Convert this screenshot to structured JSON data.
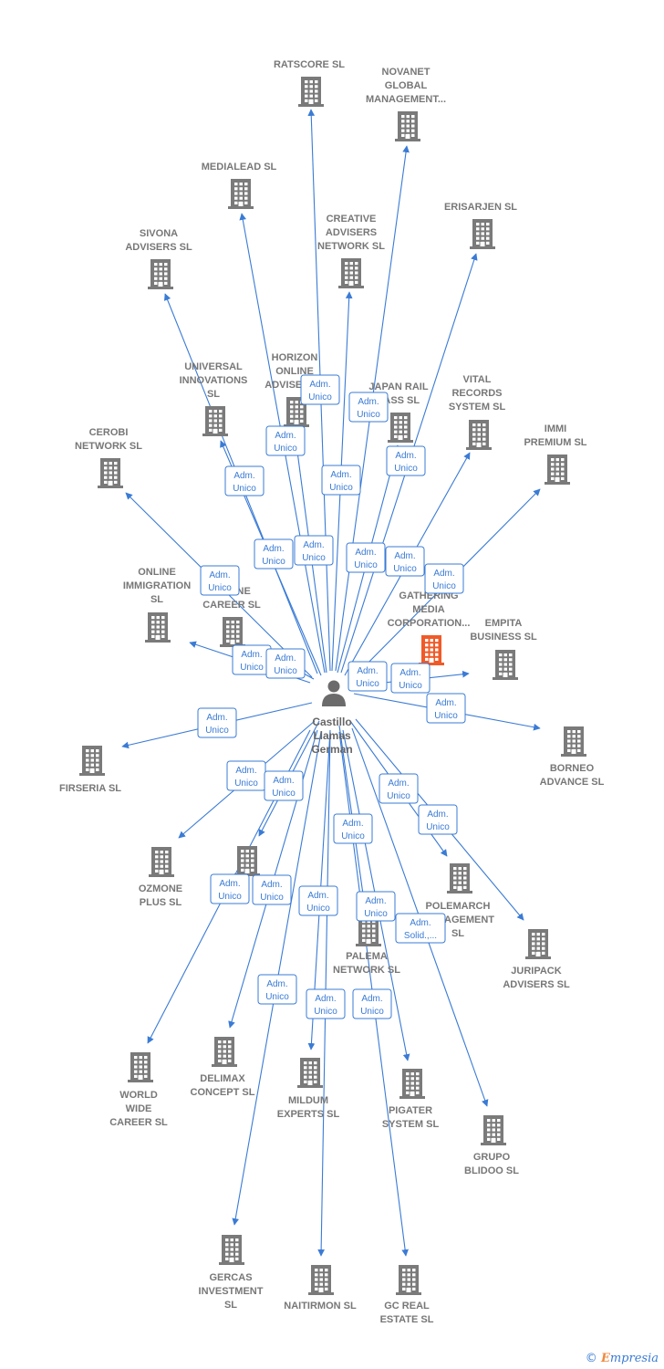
{
  "center": {
    "label": [
      "Castillo",
      "Llamas",
      "German"
    ]
  },
  "badge_default": [
    "Adm.",
    "Unico"
  ],
  "badge_solid": [
    "Adm.",
    "Solid.,..."
  ],
  "nodes": [
    {
      "id": "ratscore",
      "label": [
        "RATSCORE  SL"
      ]
    },
    {
      "id": "novanet",
      "label": [
        "NOVANET",
        "GLOBAL",
        "MANAGEMENT..."
      ]
    },
    {
      "id": "medialead",
      "label": [
        "MEDIALEAD  SL"
      ]
    },
    {
      "id": "erisarjen",
      "label": [
        "ERISARJEN  SL"
      ]
    },
    {
      "id": "creative",
      "label": [
        "CREATIVE",
        "ADVISERS",
        "NETWORK  SL"
      ]
    },
    {
      "id": "sivona",
      "label": [
        "SIVONA",
        "ADVISERS  SL"
      ]
    },
    {
      "id": "universal",
      "label": [
        "UNIVERSAL",
        "INNOVATIONS",
        "SL"
      ]
    },
    {
      "id": "horizon",
      "label": [
        "HORIZON",
        "ONLINE",
        "ADVISERS..."
      ]
    },
    {
      "id": "japan",
      "label": [
        "JAPAN RAIL",
        "PASS  SL"
      ]
    },
    {
      "id": "vital",
      "label": [
        "VITAL",
        "RECORDS",
        "SYSTEM  SL"
      ]
    },
    {
      "id": "cerobi",
      "label": [
        "CEROBI",
        "NETWORK  SL"
      ]
    },
    {
      "id": "immi",
      "label": [
        "IMMI",
        "PREMIUM  SL"
      ]
    },
    {
      "id": "online_imm",
      "label": [
        "ONLINE",
        "IMMIGRATION",
        "SL"
      ]
    },
    {
      "id": "career",
      "label": [
        "ONLINE",
        "CAREER  SL"
      ]
    },
    {
      "id": "gathering",
      "label": [
        "GATHERING",
        "MEDIA",
        "CORPORATION..."
      ]
    },
    {
      "id": "empita",
      "label": [
        "EMPITA",
        "BUSINESS  SL"
      ]
    },
    {
      "id": "borneo",
      "label": [
        "BORNEO",
        "ADVANCE  SL"
      ]
    },
    {
      "id": "firseria",
      "label": [
        "FIRSERIA SL"
      ]
    },
    {
      "id": "ozmone",
      "label": [
        "OZMONE",
        "PLUS  SL"
      ]
    },
    {
      "id": "midnode",
      "label": [
        ""
      ]
    },
    {
      "id": "polemarch",
      "label": [
        "POLEMARCH",
        "MANAGEMENT",
        "SL"
      ]
    },
    {
      "id": "juripack",
      "label": [
        "JURIPACK",
        "ADVISERS  SL"
      ]
    },
    {
      "id": "palema",
      "label": [
        "PALEMA",
        "NETWORK  SL"
      ]
    },
    {
      "id": "worldwide",
      "label": [
        "WORLD",
        "WIDE",
        "CAREER  SL"
      ]
    },
    {
      "id": "delimax",
      "label": [
        "DELIMAX",
        "CONCEPT  SL"
      ]
    },
    {
      "id": "mildum",
      "label": [
        "MILDUM",
        "EXPERTS  SL"
      ]
    },
    {
      "id": "pigater",
      "label": [
        "PIGATER",
        "SYSTEM  SL"
      ]
    },
    {
      "id": "grupo",
      "label": [
        "GRUPO",
        "BLIDOO SL"
      ]
    },
    {
      "id": "gercas",
      "label": [
        "GERCAS",
        "INVESTMENT",
        "SL"
      ]
    },
    {
      "id": "naitirmon",
      "label": [
        "NAITIRMON  SL"
      ]
    },
    {
      "id": "gcreal",
      "label": [
        "GC REAL",
        "ESTATE  SL"
      ]
    }
  ],
  "watermark": {
    "symbol": "©",
    "brand_e": "E",
    "brand_rest": "mpresia"
  },
  "colors": {
    "edge": "#3a7bd5",
    "building": "#7a7a7a",
    "highlight": "#f05a28",
    "person": "#6b6b6b"
  }
}
